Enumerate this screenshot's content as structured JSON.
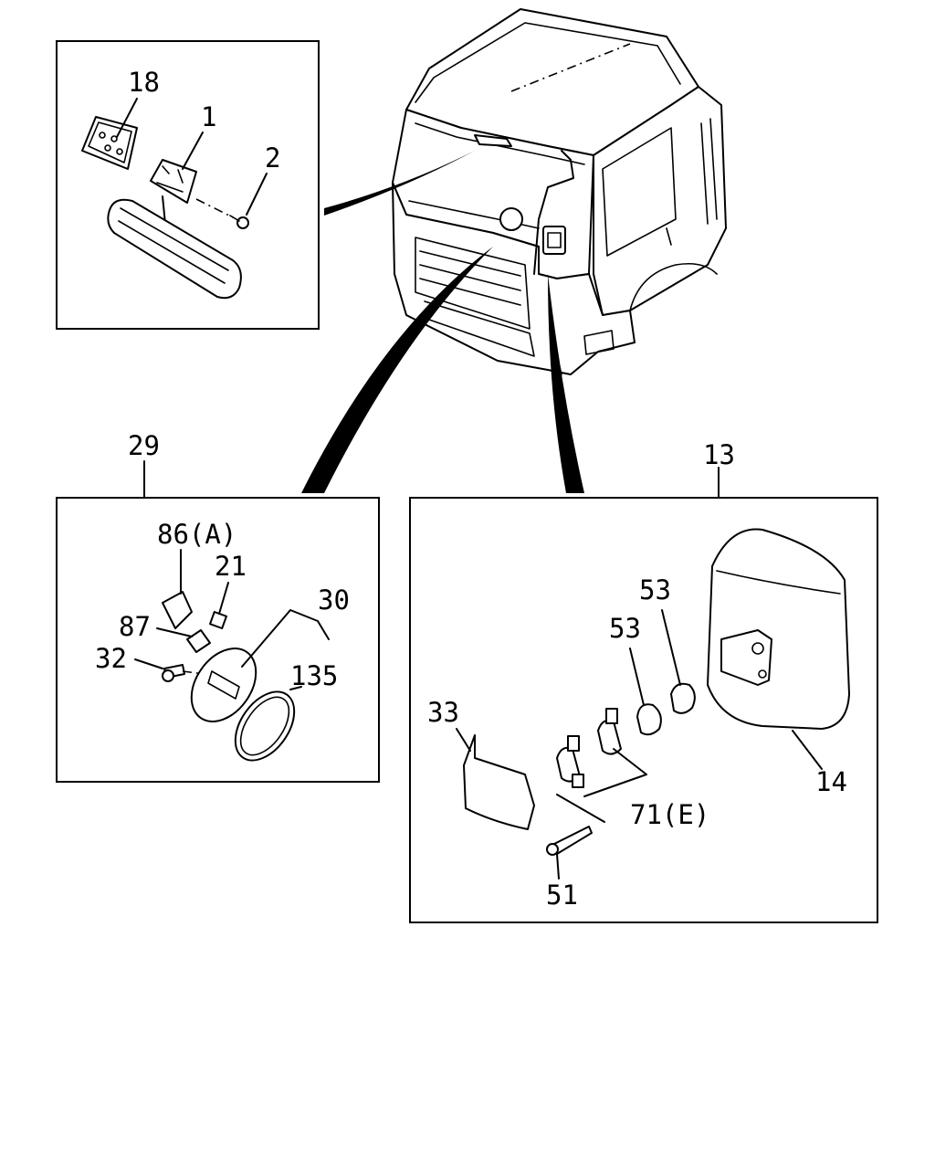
{
  "callouts": {
    "c18": "18",
    "c1": "1",
    "c2": "2",
    "c29": "29",
    "c86a": "86(A)",
    "c21": "21",
    "c30": "30",
    "c87": "87",
    "c32": "32",
    "c135": "135",
    "c13": "13",
    "c53a": "53",
    "c53b": "53",
    "c33": "33",
    "c14": "14",
    "c71e": "71(E)",
    "c51": "51"
  }
}
